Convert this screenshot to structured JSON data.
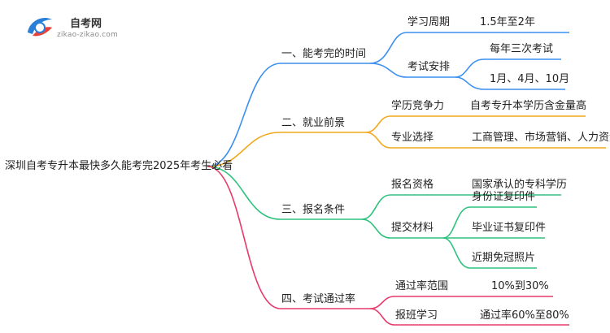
{
  "logo": {
    "title": "自考网",
    "subtitle": "zikao-zikao.com"
  },
  "mindmap": {
    "root": "深圳自考专升本最快多久能考完2025年考生必看",
    "branches": [
      {
        "label": "一、能考完的时间",
        "color": "#3b8ff0",
        "children": [
          {
            "label": "学习周期",
            "leaves": [
              "1.5年至2年"
            ]
          },
          {
            "label": "考试安排",
            "leaves": [
              "每年三次考试",
              "1月、4月、10月"
            ]
          }
        ]
      },
      {
        "label": "二、就业前景",
        "color": "#f2a81c",
        "children": [
          {
            "label": "学历竞争力",
            "leaves": [
              "自考专升本学历含金量高"
            ]
          },
          {
            "label": "专业选择",
            "leaves": [
              "工商管理、市场营销、人力资源"
            ]
          }
        ]
      },
      {
        "label": "三、报名条件",
        "color": "#2ec27e",
        "children": [
          {
            "label": "报名资格",
            "leaves": [
              "国家承认的专科学历"
            ]
          },
          {
            "label": "提交材料",
            "leaves": [
              "身份证复印件",
              "毕业证书复印件",
              "近期免冠照片"
            ]
          }
        ]
      },
      {
        "label": "四、考试通过率",
        "color": "#e83a6b",
        "children": [
          {
            "label": "通过率范围",
            "leaves": [
              "10%到30%"
            ]
          },
          {
            "label": "报班学习",
            "leaves": [
              "通过率60%至80%"
            ]
          }
        ]
      }
    ]
  }
}
